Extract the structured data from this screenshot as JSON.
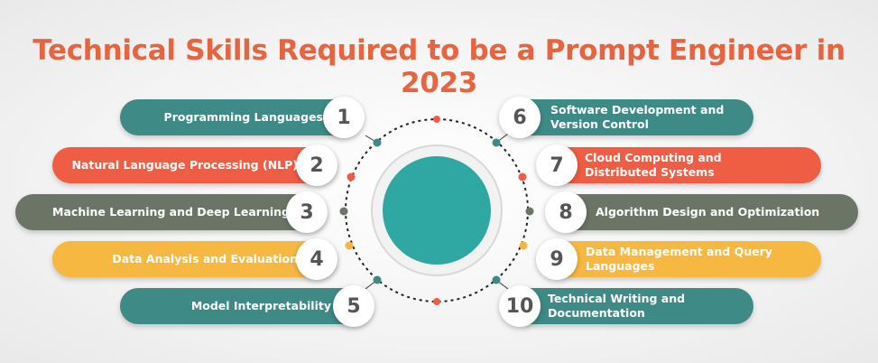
{
  "title": "Technical Skills Required to be a Prompt Engineer in 2023",
  "colors": {
    "title": "#e8643e",
    "teal": "#3e8a87",
    "red": "#ee5d44",
    "olive": "#6b7566",
    "yellow": "#f6b840",
    "hub_inner": "#2fa8a4"
  },
  "skills_left": [
    {
      "number": "1",
      "label": "Programming Languages",
      "color": "teal"
    },
    {
      "number": "2",
      "label": "Natural Language Processing (NLP)",
      "color": "red"
    },
    {
      "number": "3",
      "label": "Machine Learning and Deep Learning",
      "color": "olive"
    },
    {
      "number": "4",
      "label": "Data Analysis and Evaluation",
      "color": "yellow"
    },
    {
      "number": "5",
      "label": "Model Interpretability",
      "color": "teal"
    }
  ],
  "skills_right": [
    {
      "number": "6",
      "label": "Software Development and Version Control",
      "color": "teal"
    },
    {
      "number": "7",
      "label": "Cloud Computing and Distributed Systems",
      "color": "red"
    },
    {
      "number": "8",
      "label": "Algorithm Design and Optimization",
      "color": "olive"
    },
    {
      "number": "9",
      "label": "Data Management and Query Languages",
      "color": "yellow"
    },
    {
      "number": "10",
      "label": "Technical Writing and Documentation",
      "color": "teal"
    }
  ]
}
